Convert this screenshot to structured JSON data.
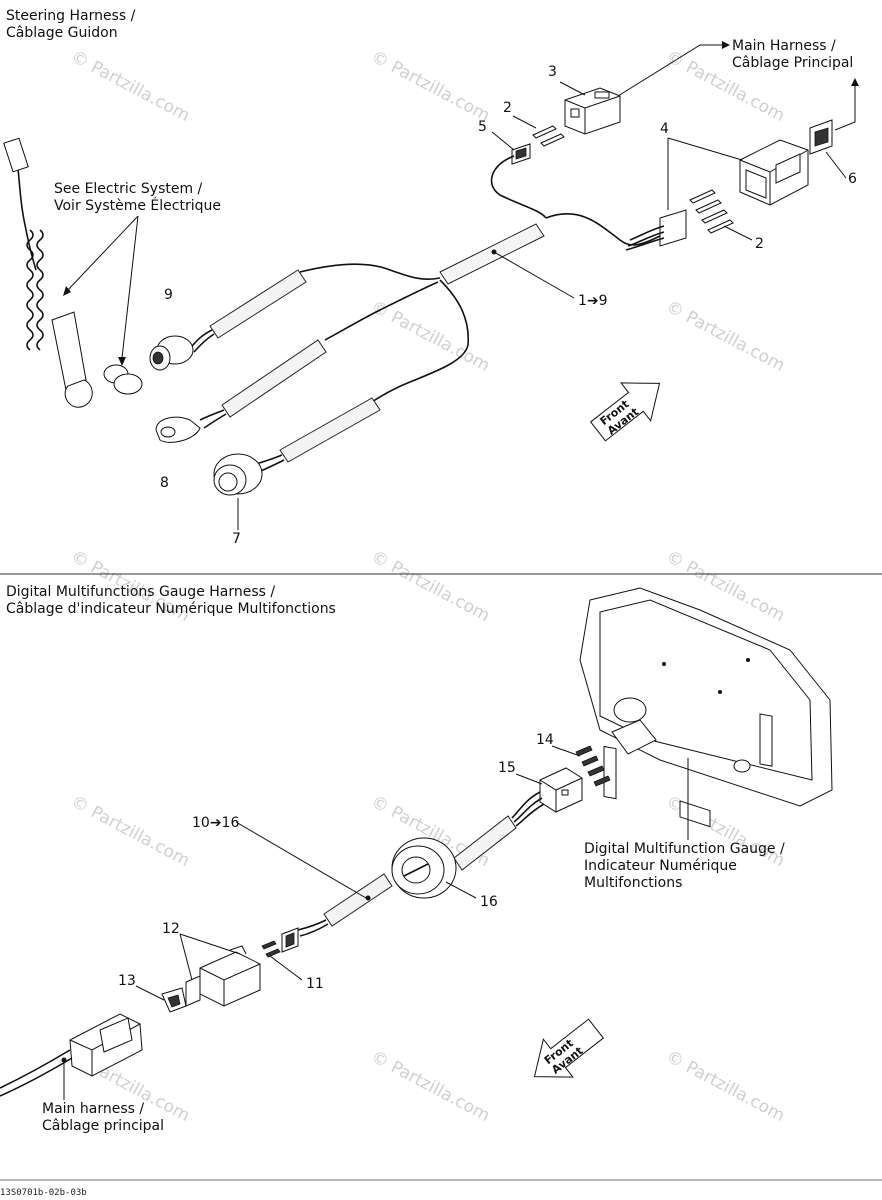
{
  "sections": {
    "steering": {
      "title_line1": "Steering Harness /",
      "title_line2": "Câblage Guidon",
      "main_harness_line1": "Main Harness  /",
      "main_harness_line2": "Câblage Principal",
      "electric_line1": "See Electric System /",
      "electric_line2": "Voir Système Électrique",
      "callouts": [
        "3",
        "2",
        "5",
        "4",
        "6",
        "2",
        "1➔9",
        "9",
        "8",
        "7"
      ],
      "front_line1": "Front",
      "front_line2": "Avant"
    },
    "gauge": {
      "title_line1": "Digital Multifunctions Gauge Harness /",
      "title_line2": "Câblage d'indicateur Numérique Multifonctions",
      "gauge_line1": "Digital Multifunction Gauge /",
      "gauge_line2": "Indicateur Numérique",
      "gauge_line3": "Multifonctions",
      "main_harness_line1": "Main harness /",
      "main_harness_line2": "Câblage principal",
      "callouts": [
        "14",
        "15",
        "10➔16",
        "16",
        "12",
        "11",
        "13"
      ],
      "front_line1": "Front",
      "front_line2": "Avant"
    }
  },
  "watermark": "© Partzilla.com",
  "footer_code": "13S0701b-02b-03b"
}
